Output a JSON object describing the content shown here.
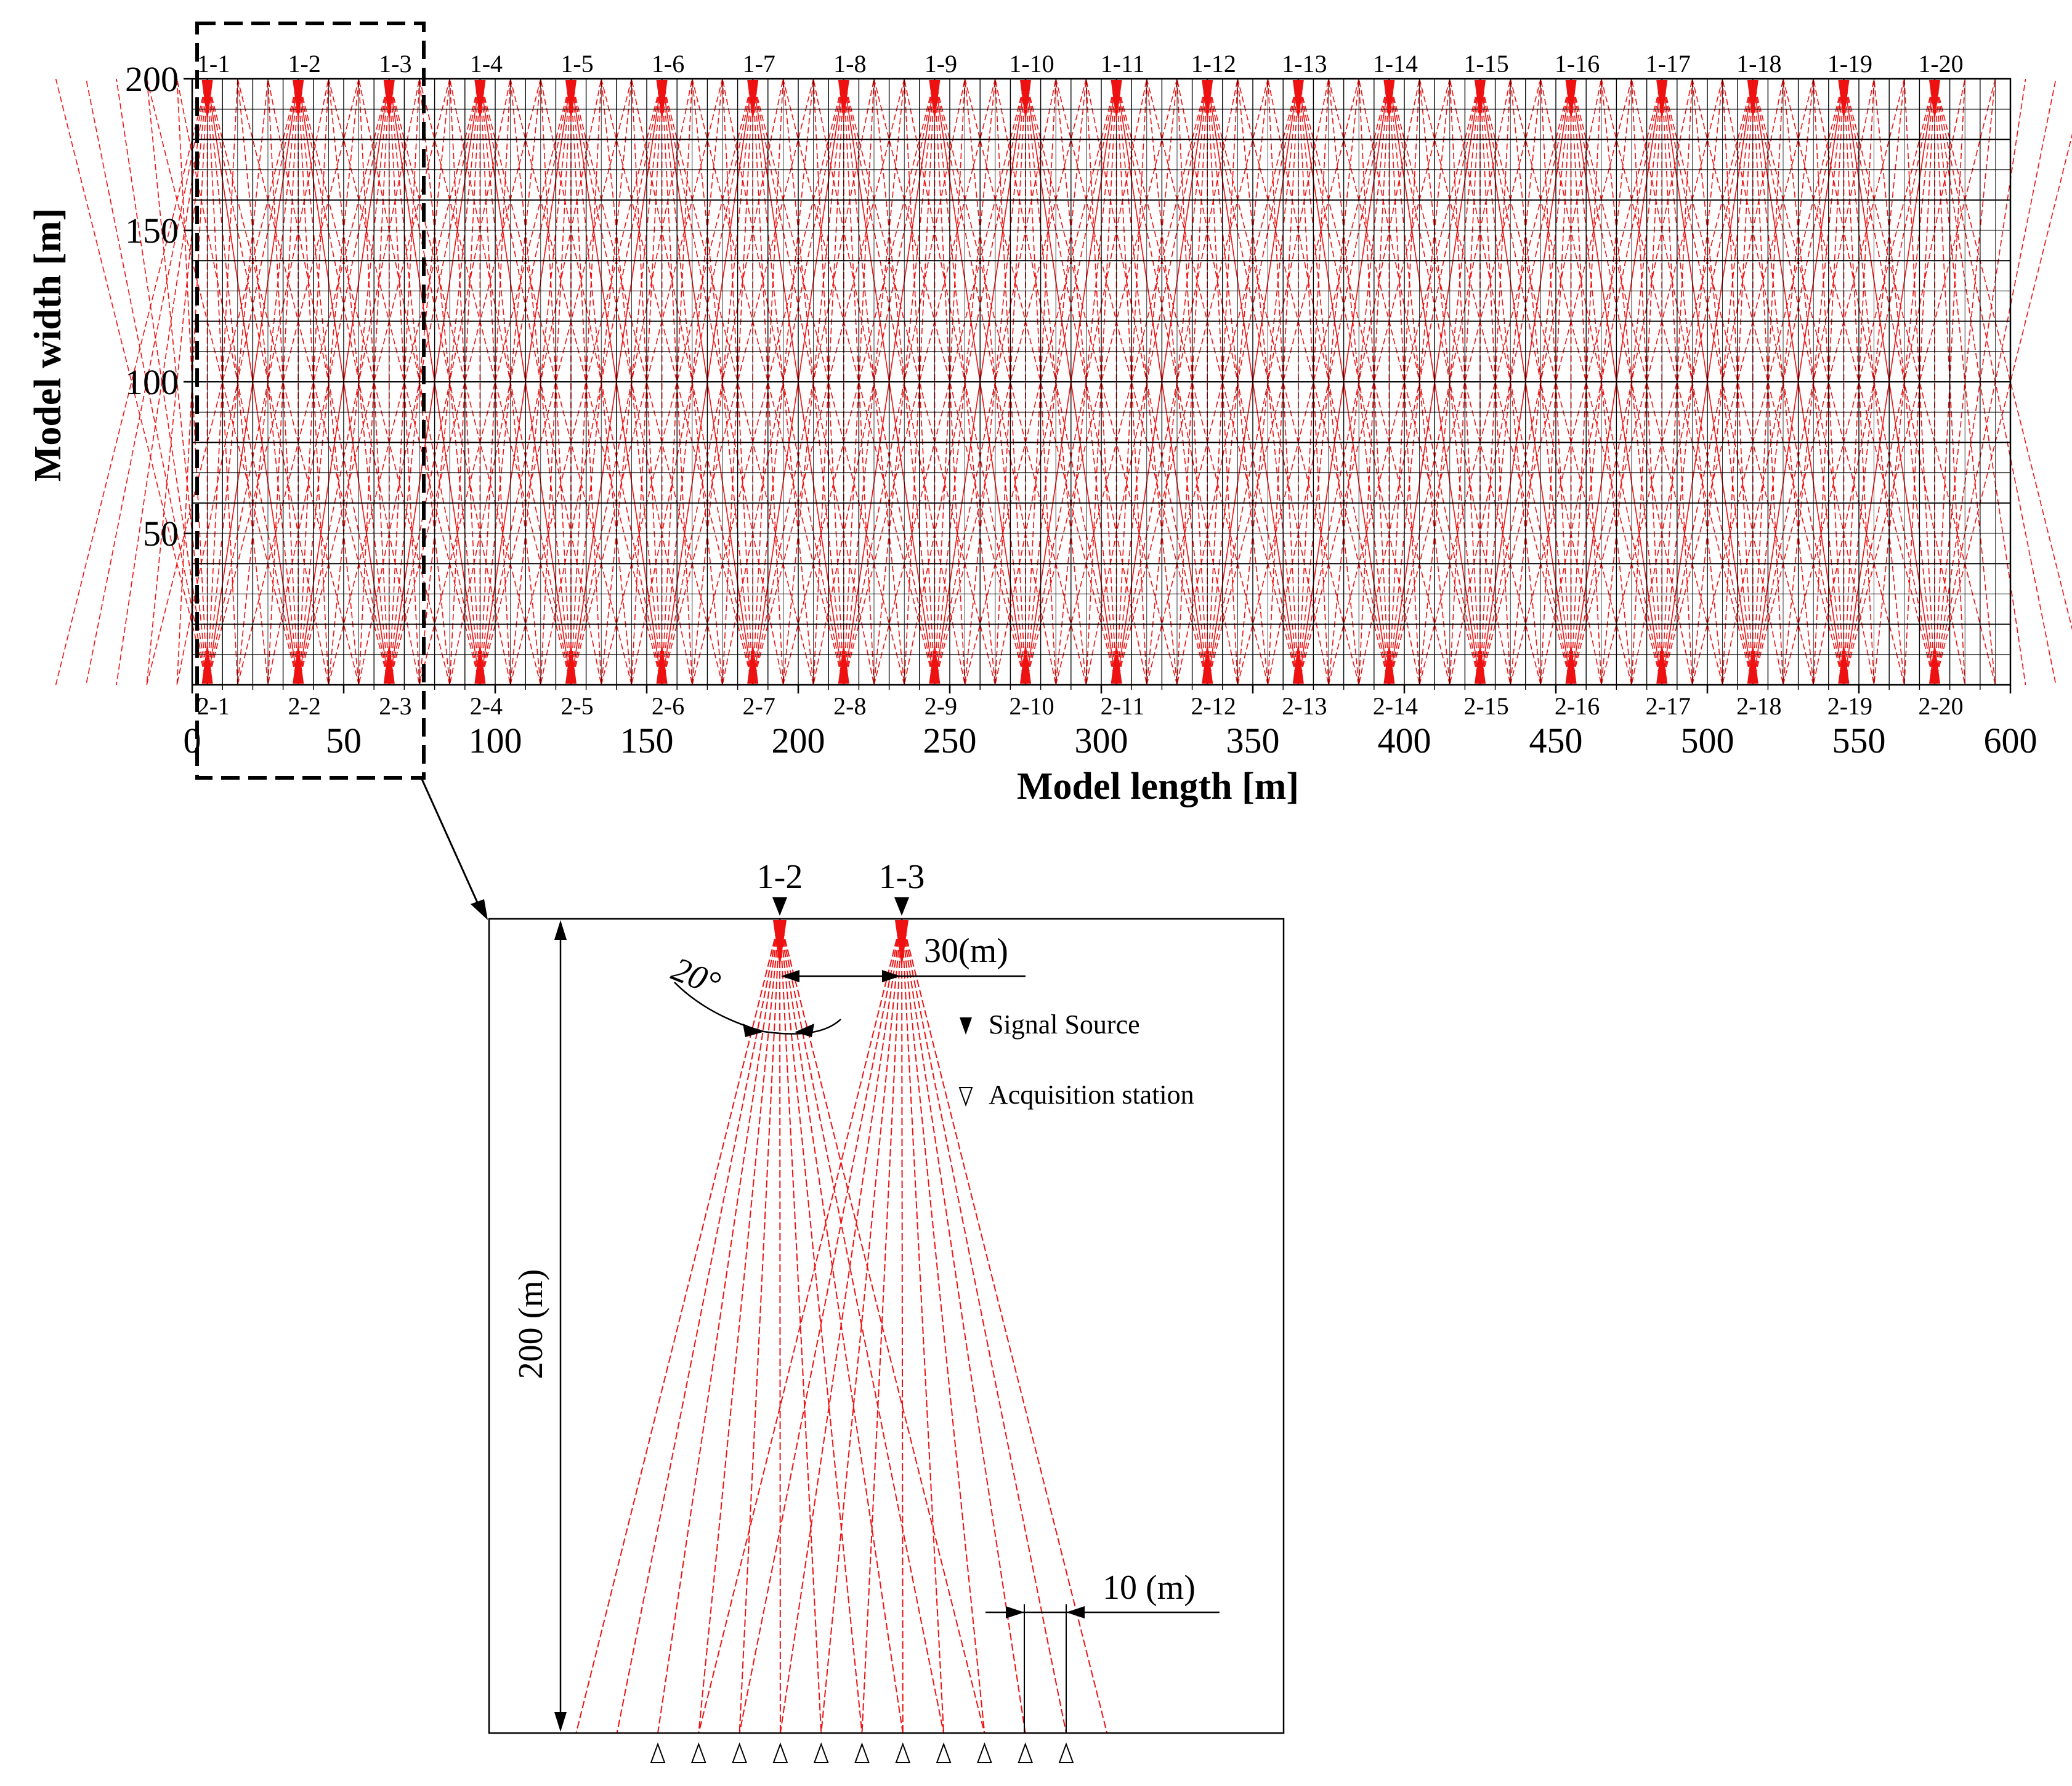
{
  "top_panel": {
    "x_axis": {
      "label": "Model length [m]",
      "range": [
        0,
        600
      ],
      "ticks": [
        0,
        50,
        100,
        150,
        200,
        250,
        300,
        350,
        400,
        450,
        500,
        550,
        600
      ]
    },
    "y_axis": {
      "label": "Model width [m]",
      "range": [
        0,
        200
      ],
      "ticks": [
        50,
        100,
        150,
        200
      ]
    },
    "source_spacing_m": 30,
    "receiver_spacing_m": 10,
    "fan_angle_deg": 20,
    "sources": [
      "1-1",
      "1-2",
      "1-3",
      "1-4",
      "1-5",
      "1-6",
      "1-7",
      "1-8",
      "1-9",
      "1-10",
      "1-11",
      "1-12",
      "1-13",
      "1-14",
      "1-15",
      "1-16",
      "1-17",
      "1-18",
      "1-19",
      "1-20"
    ],
    "receivers": [
      "2-1",
      "2-2",
      "2-3",
      "2-4",
      "2-5",
      "2-6",
      "2-7",
      "2-8",
      "2-9",
      "2-10",
      "2-11",
      "2-12",
      "2-13",
      "2-14",
      "2-15",
      "2-16",
      "2-17",
      "2-18",
      "2-19",
      "2-20"
    ]
  },
  "detail_panel": {
    "source_labels": [
      "1-2",
      "1-3"
    ],
    "spacing_label": "30(m)",
    "angle_label": "20°",
    "height_label": "200 (m)",
    "station_spacing_label": "10 (m)",
    "station_count": 11,
    "legend": {
      "source": "Signal Source",
      "station": "Acquisition station"
    }
  },
  "colors": {
    "ray": "#ee1111",
    "grid": "#000000",
    "background": "#ffffff"
  }
}
